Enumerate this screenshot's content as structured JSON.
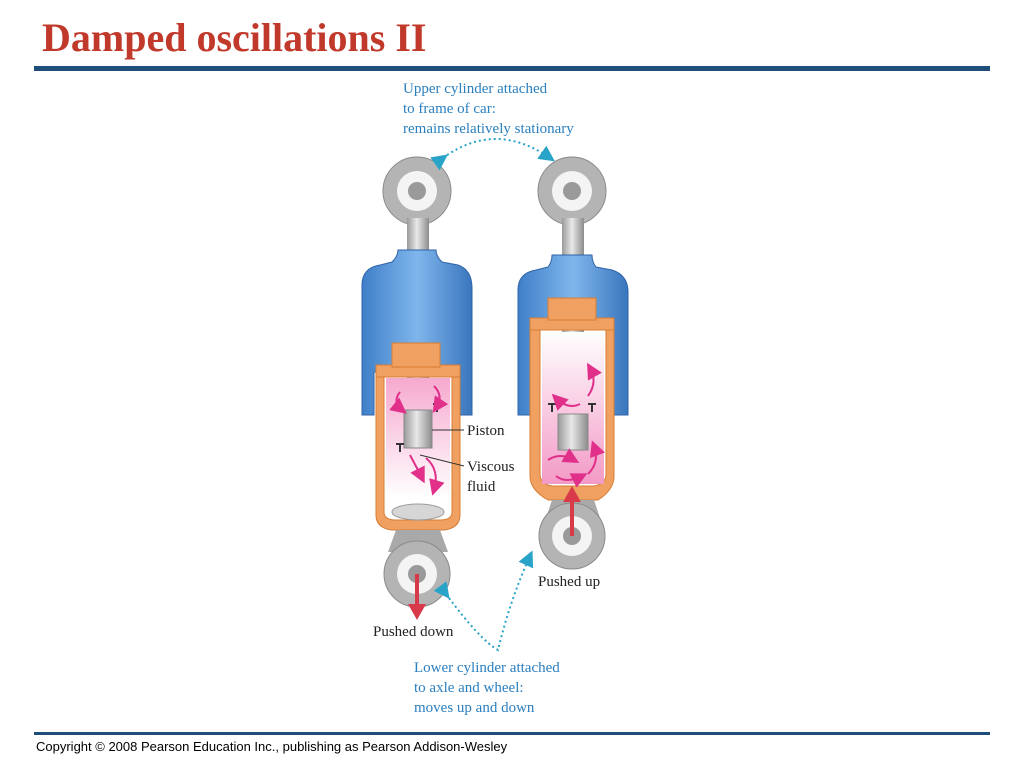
{
  "slide": {
    "title": "Damped oscillations II",
    "copyright": "Copyright © 2008 Pearson Education Inc., publishing as Pearson Addison-Wesley"
  },
  "diagram": {
    "upper_caption": [
      "Upper cylinder attached",
      "to frame of car:",
      "remains relatively stationary"
    ],
    "lower_caption": [
      "Lower cylinder attached",
      "to axle and wheel:",
      "moves up and down"
    ],
    "label_piston": "Piston",
    "label_viscous": [
      "Viscous",
      "fluid"
    ],
    "label_pushed_down": "Pushed down",
    "label_pushed_up": "Pushed up"
  },
  "colors": {
    "title": "#c0392b",
    "rule": "#1f4e79",
    "caption_blue": "#2a7fbf",
    "outer_cylinder": "#4a8fd4",
    "inner_cylinder": "#f0a060",
    "fluid": "#f7b8d8",
    "arrow_pink": "#e0308a",
    "arrow_red": "#d93a4a",
    "metal": "#bfbfbf",
    "dotted": "#2aa3c8"
  }
}
